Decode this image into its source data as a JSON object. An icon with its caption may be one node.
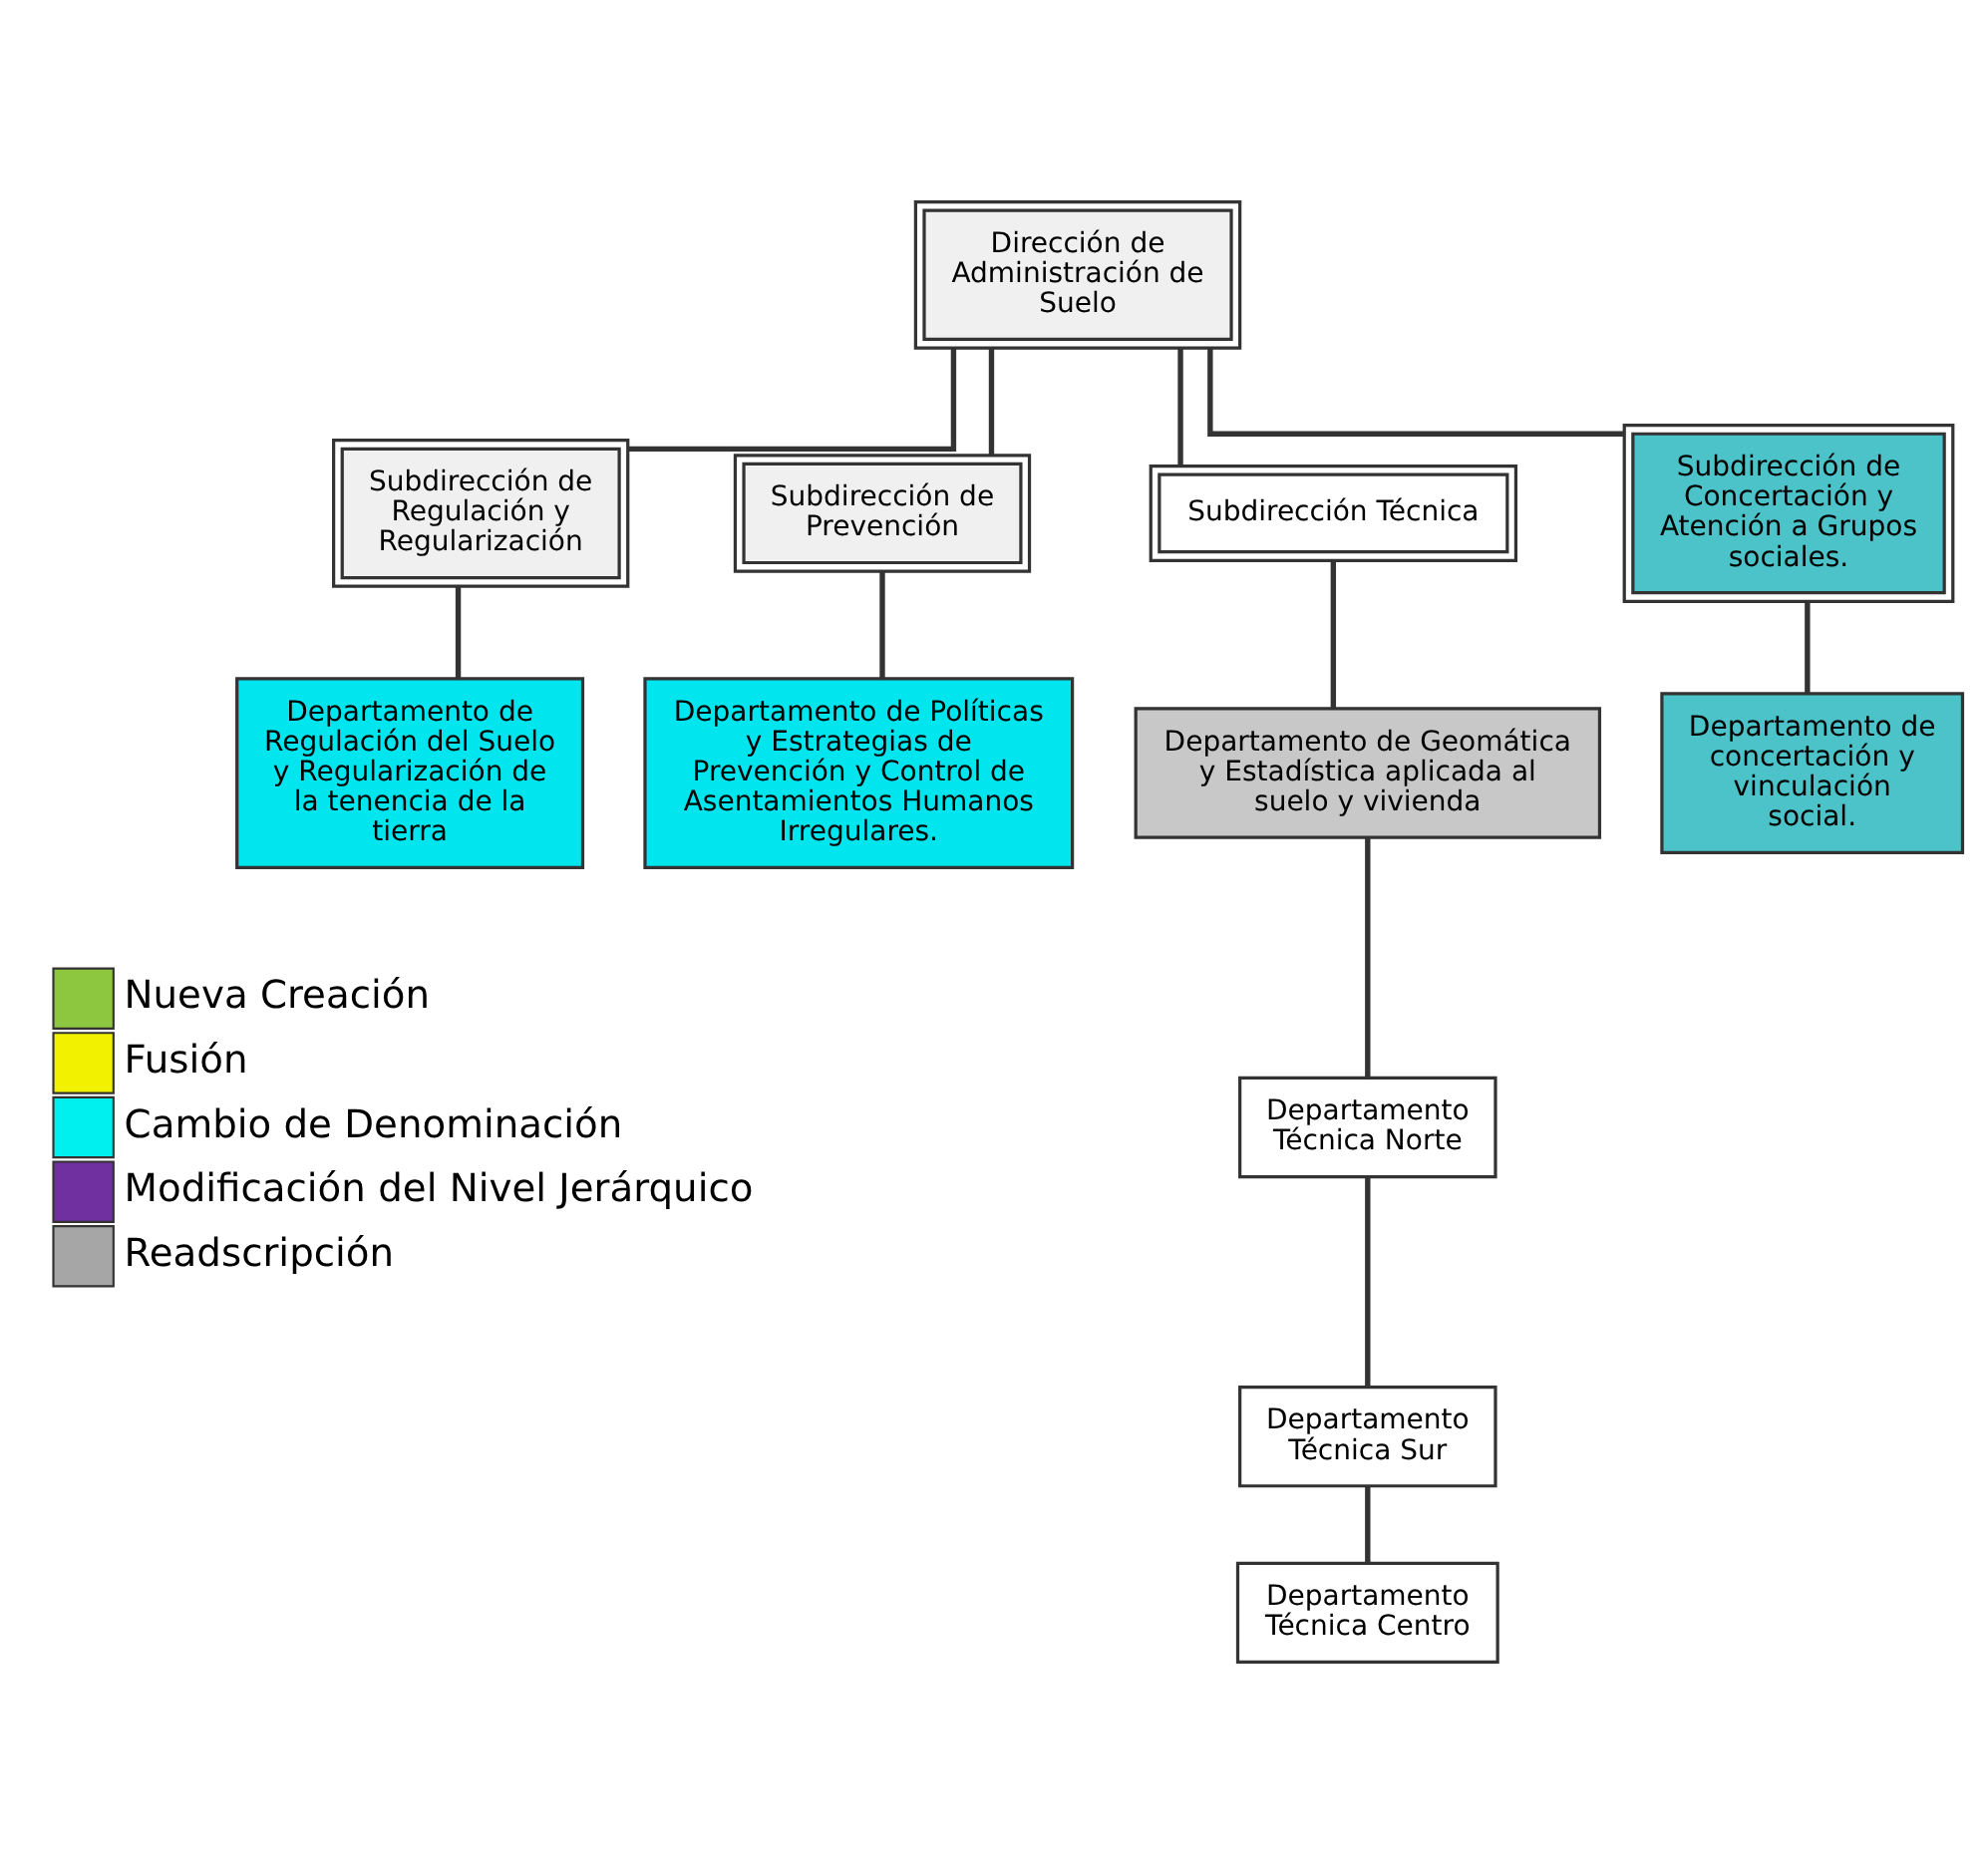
{
  "diagram": {
    "nodes": [
      {
        "text": [
          "Dirección de Administración de Suelo"
        ]
      },
      {
        "text": [
          "Subdirección de Regulación y Regularización"
        ]
      },
      {
        "text": [
          "Subdirección de Prevención"
        ]
      },
      {
        "text": [
          "Subdirección Técnica"
        ]
      },
      {
        "text": [
          "Subdirección de Concertación y Atención a Grupos sociales."
        ]
      },
      {
        "text": [
          "Departamento de Regulación del Suelo y Regularización de la tenencia de la tierra"
        ]
      },
      {
        "text": [
          "Departamento de Políticas y Estrategias de Prevención y Control de Asentamientos Humanos Irregulares."
        ]
      },
      {
        "text": [
          "Departamento de Geomática y Estadística aplicada al suelo y vivienda"
        ]
      },
      {
        "text": [
          "Departamento Técnica Norte"
        ]
      },
      {
        "text": [
          "Departamento Técnica Sur"
        ]
      },
      {
        "text": [
          "Departamento Técnica Centro"
        ]
      },
      {
        "text": [
          "Departamento de concertación y vinculación social."
        ]
      }
    ],
    "edges": [
      {
        "from": 0,
        "to": 1,
        "arrow": "none"
      },
      {
        "from": 0,
        "to": 2,
        "arrow": "none"
      },
      {
        "from": 0,
        "to": 3,
        "arrow": "none"
      },
      {
        "from": 0,
        "to": 4,
        "arrow": "none"
      },
      {
        "from": 1,
        "to": 5,
        "arrow": "none"
      },
      {
        "from": 2,
        "to": 6,
        "arrow": "none"
      },
      {
        "from": 3,
        "to": 7,
        "arrow": "none"
      },
      {
        "from": 7,
        "to": 8,
        "arrow": "none"
      },
      {
        "from": 8,
        "to": 9,
        "arrow": "none"
      },
      {
        "from": 9,
        "to": 10,
        "arrow": "none"
      },
      {
        "from": 4,
        "to": 11,
        "arrow": "none"
      }
    ],
    "legend": [
      {
        "text": "Nueva Creación",
        "color": "#8dc63f"
      },
      {
        "text": "Fusión",
        "color": "#f2f200"
      },
      {
        "text": "Cambio de Denominación",
        "color": "#00f0f0"
      },
      {
        "text": "Modificación del Nivel Jerárquico",
        "color": "#7030a0"
      },
      {
        "text": "Readscripción",
        "color": "#a6a6a6"
      }
    ]
  }
}
